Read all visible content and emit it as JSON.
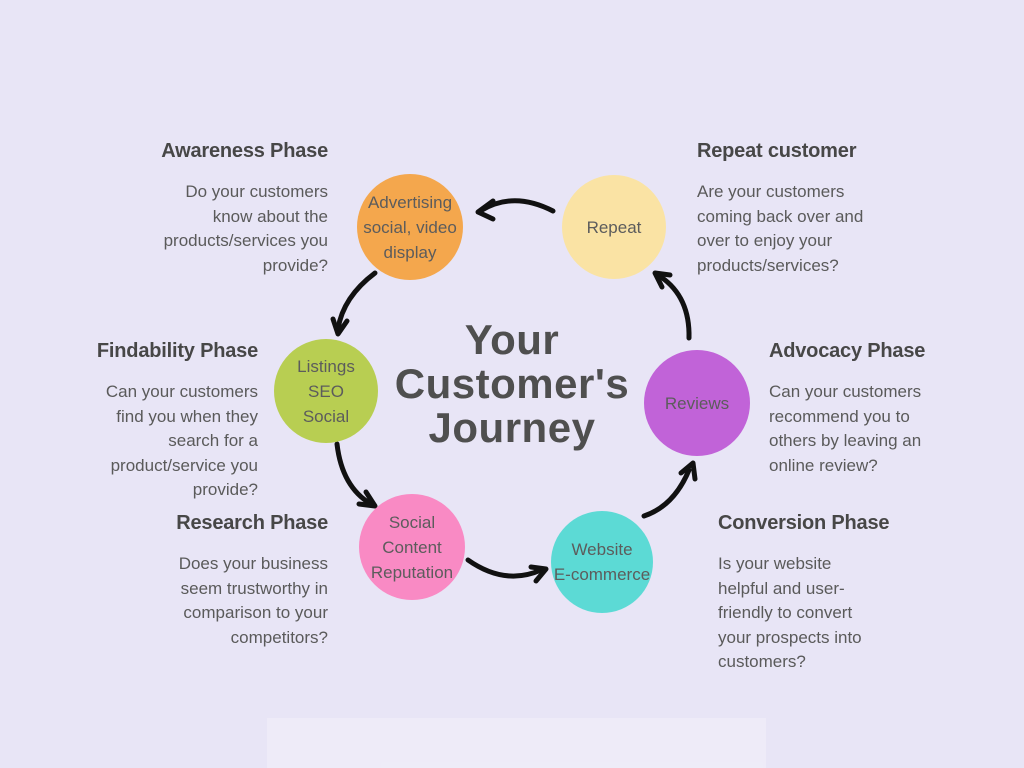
{
  "title": "Your\nCustomer's\nJourney",
  "colors": {
    "background": "#e8e5f6",
    "arrow": "#111111",
    "title_text": "#4f4f4f",
    "heading_text": "#474747",
    "body_text": "#5a5a5a",
    "circle_text": "#5c5c5c"
  },
  "stages": [
    {
      "id": "advertising",
      "label": "Advertising\nsocial, video\ndisplay",
      "color": "#f4a74d"
    },
    {
      "id": "repeat",
      "label": "Repeat",
      "color": "#fae3a4"
    },
    {
      "id": "listings",
      "label": "Listings\nSEO\nSocial",
      "color": "#b8ce52"
    },
    {
      "id": "reviews",
      "label": "Reviews",
      "color": "#c163d8"
    },
    {
      "id": "social",
      "label": "Social\nContent\nReputation",
      "color": "#f98ac4"
    },
    {
      "id": "website",
      "label": "Website\nE-commerce",
      "color": "#5cdad5"
    }
  ],
  "phases": [
    {
      "id": "awareness",
      "heading": "Awareness Phase",
      "body": "Do your customers\nknow about the\nproducts/services you\nprovide?"
    },
    {
      "id": "repeat-customer",
      "heading": "Repeat customer",
      "body": "Are your customers\ncoming back over and\nover to enjoy your\nproducts/services?"
    },
    {
      "id": "findability",
      "heading": "Findability Phase",
      "body": "Can your customers\nfind you when they\nsearch for a\nproduct/service you\nprovide?"
    },
    {
      "id": "advocacy",
      "heading": "Advocacy Phase",
      "body": "Can your customers\nrecommend you to\nothers by leaving an\nonline review?"
    },
    {
      "id": "research",
      "heading": "Research Phase",
      "body": "Does your business\nseem trustworthy in\ncomparison to your\ncompetitors?"
    },
    {
      "id": "conversion",
      "heading": "Conversion Phase",
      "body": "Is your website\nhelpful and user-\nfriendly to convert\nyour prospects into\ncustomers?"
    }
  ]
}
